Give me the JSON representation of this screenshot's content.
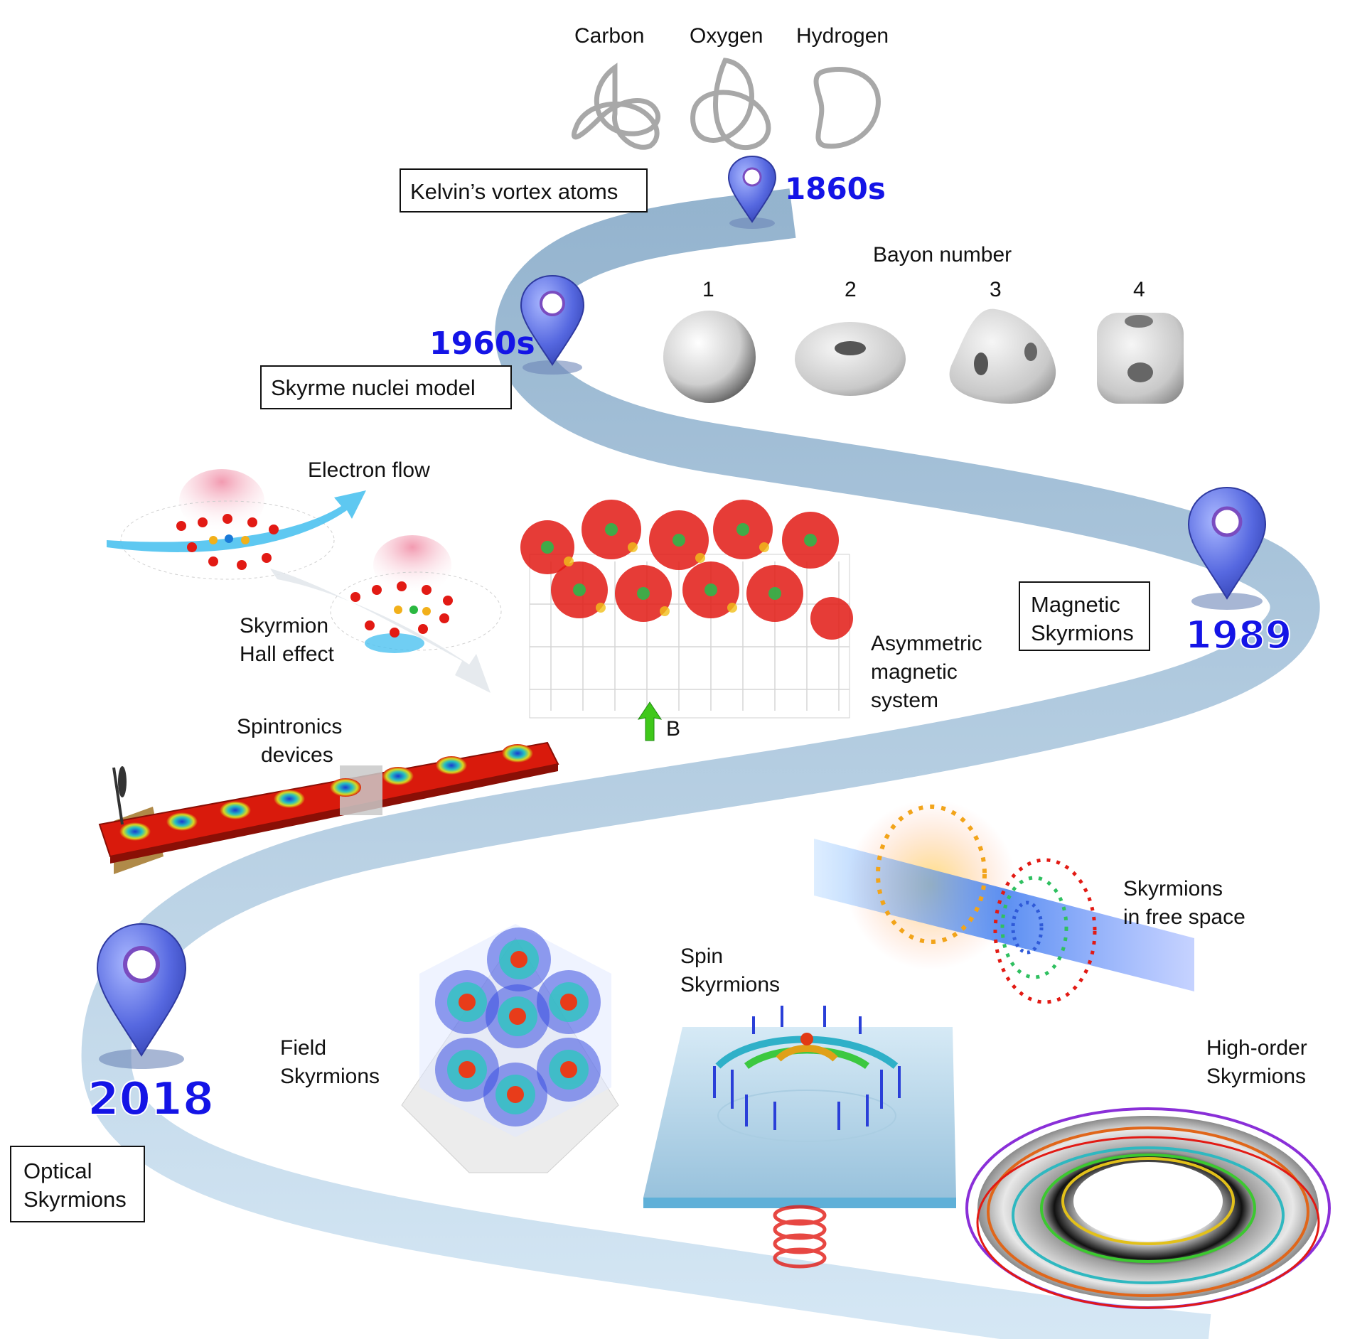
{
  "timeline": {
    "kelvin": {
      "year": "1860s",
      "box_label": "Kelvin’s vortex atoms",
      "knots": [
        "Carbon",
        "Oxygen",
        "Hydrogen"
      ]
    },
    "skyrme": {
      "year": "1960s",
      "box_label": "Skyrme nuclei model",
      "baryon_title": "Bayon number",
      "baryon_numbers": [
        "1",
        "2",
        "3",
        "4"
      ]
    },
    "magnetic": {
      "year": "1989",
      "box_label_lines": [
        "Magnetic",
        "Skyrmions"
      ],
      "electron_flow": "Electron flow",
      "hall_effect_lines": [
        "Skyrmion",
        "Hall effect"
      ],
      "asymmetric_lines": [
        "Asymmetric",
        "magnetic",
        "system"
      ],
      "field_label": "B",
      "spintronics_lines": [
        "Spintronics",
        "devices"
      ]
    },
    "optical": {
      "year": "2018",
      "box_label_lines": [
        "Optical",
        "Skyrmions"
      ],
      "field_lines": [
        "Field",
        "Skyrmions"
      ],
      "spin_lines": [
        "Spin",
        "Skyrmions"
      ],
      "free_space_lines": [
        "Skyrmions",
        "in free space"
      ],
      "high_order_lines": [
        "High-order",
        "Skyrmions"
      ]
    }
  },
  "colors": {
    "road": "#a9c6de",
    "pin": "#5a6fe0",
    "year_text": "#1414e6",
    "skyrmion_red": "#e21a14",
    "device_red": "#d91a0c"
  }
}
